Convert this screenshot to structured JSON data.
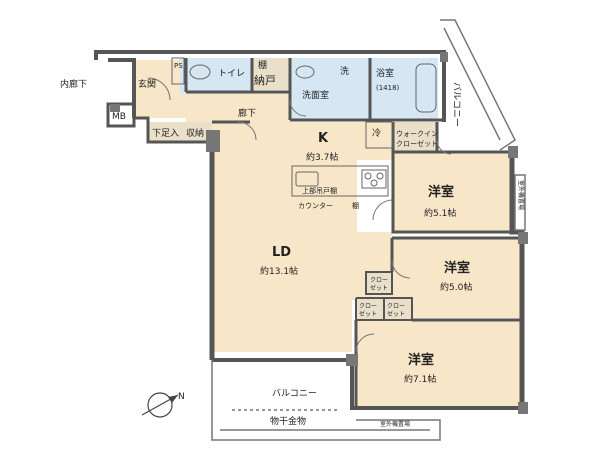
{
  "labels": {
    "inner_corridor": "内廊下",
    "entrance": "玄関",
    "mb": "MB",
    "shoe_storage": "下足入",
    "storage": "収納",
    "ps": "PS",
    "toilet": "トイレ",
    "shelf": "棚",
    "closet_nando": "納戸",
    "laundry": "洗",
    "washroom": "洗面室",
    "bathroom": "浴室",
    "bath_size": "(1418)",
    "balcony_east": "バルコニー",
    "hallway": "廊下",
    "kitchen": "K",
    "kitchen_area": "約3.7帖",
    "fridge": "冷",
    "walkin_line1": "ウォークイン",
    "walkin_line2": "クローゼット",
    "upper_cabinet": "上部吊戸棚",
    "counter": "カウンター",
    "counter_shelf": "棚",
    "ld": "LD",
    "ld_area": "約13.1帖",
    "room1": "洋室",
    "room1_area": "約5.1帖",
    "room2": "洋室",
    "room2_area": "約5.0帖",
    "room3": "洋室",
    "room3_area": "約7.1帖",
    "closet_a1": "クロー",
    "closet_a2": "ゼット",
    "closet_b1": "クロー",
    "closet_b2": "ゼット",
    "closet_c1": "クロー",
    "closet_c2": "ゼット",
    "outdoor_unit_top": "室外機置場",
    "outdoor_unit_bottom": "室外機置場",
    "balcony_south": "バルコニー",
    "drying_rack": "物干金物",
    "north_mark": "N"
  },
  "colors": {
    "wall": "#555555",
    "ld_floor": "#f8e6c8",
    "wet_floor": "#d6e7f3",
    "storage_floor": "#eadfc8",
    "outdoor": "#ffffff",
    "line": "#777777"
  }
}
